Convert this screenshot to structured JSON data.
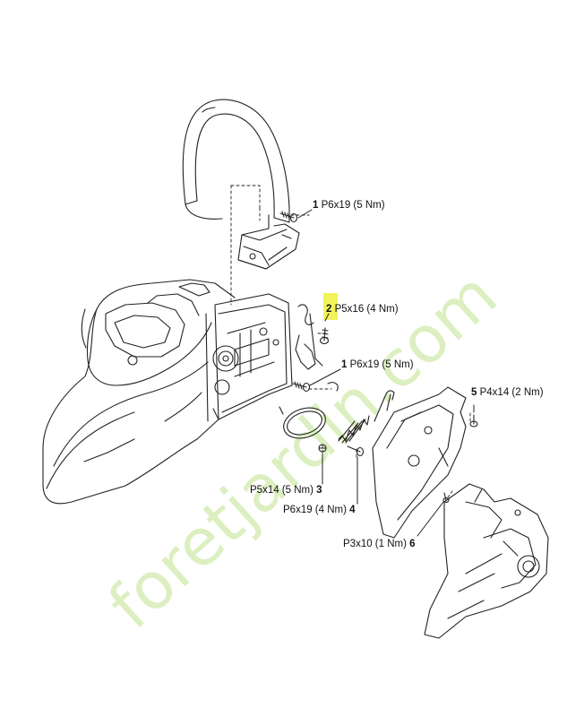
{
  "callouts": [
    {
      "num": "1",
      "spec": "P6x19 (5 Nm)"
    },
    {
      "num": "2",
      "spec": "P5x16 (4 Nm)"
    },
    {
      "num": "1",
      "spec": "P6x19 (5 Nm)"
    },
    {
      "num": "5",
      "spec": "P4x14 (2 Nm)"
    },
    {
      "num": "3",
      "spec": "P5x14 (5 Nm)"
    },
    {
      "num": "4",
      "spec": "P6x19 (4 Nm)"
    },
    {
      "num": "6",
      "spec": "P3x10 (1 Nm)"
    }
  ],
  "watermark": {
    "text": "foretjardin.com",
    "color": "#c9e79a",
    "accent": "#b9b0a6"
  },
  "highlight_color": "#f2f25a"
}
